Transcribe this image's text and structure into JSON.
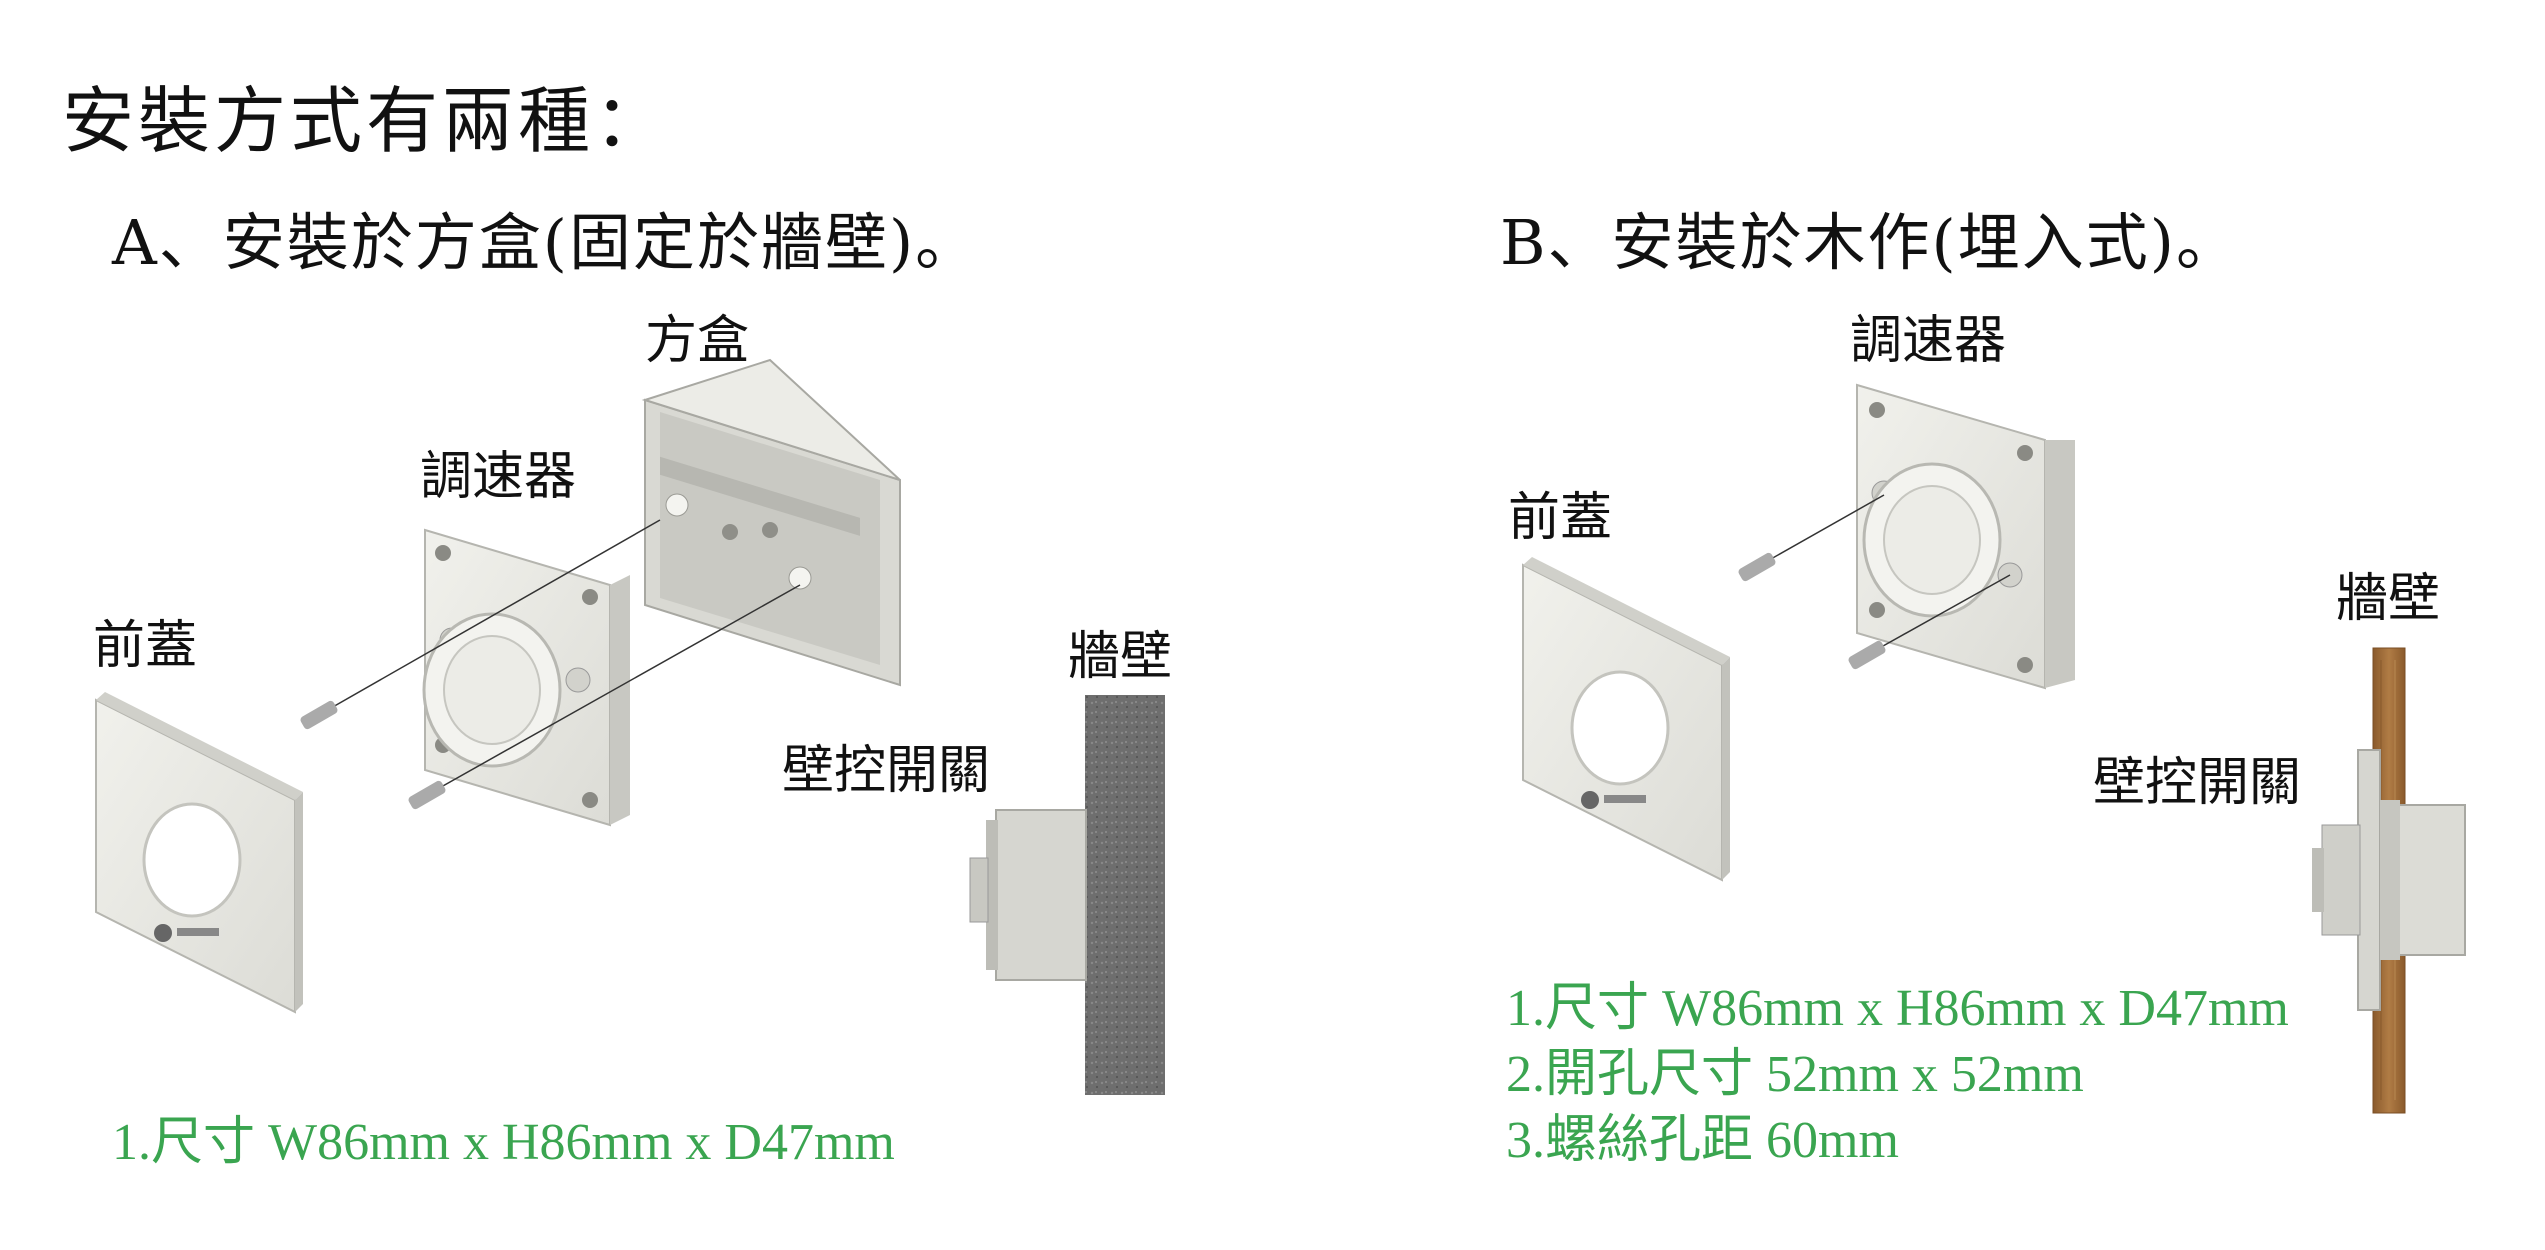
{
  "title": "安裝方式有兩種：",
  "section_a": {
    "heading": "A、安裝於方盒(固定於牆壁)。",
    "labels": {
      "box": "方盒",
      "controller": "調速器",
      "cover": "前蓋",
      "wall": "牆壁",
      "switch": "壁控開關"
    },
    "specs": [
      "1.尺寸 W86mm x H86mm x D47mm"
    ]
  },
  "section_b": {
    "heading": "B、安裝於木作(埋入式)。",
    "labels": {
      "controller": "調速器",
      "cover": "前蓋",
      "wall": "牆壁",
      "switch": "壁控開關"
    },
    "specs": [
      "1.尺寸 W86mm x H86mm x D47mm",
      "2.開孔尺寸 52mm x 52mm",
      "3.螺絲孔距 60mm"
    ]
  },
  "colors": {
    "spec_green": "#3aa550",
    "plate": "#e7e7e2",
    "plate_shadow": "#bdbdb6",
    "wall_gray": "#6f6f6f",
    "wood": "#9a6a3a"
  }
}
